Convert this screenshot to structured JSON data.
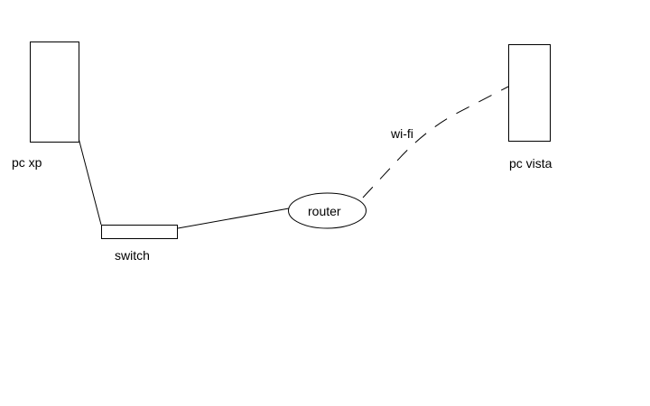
{
  "labels": {
    "pc_xp": "pc xp",
    "switch": "switch",
    "router": "router",
    "wifi": "wi-fi",
    "pc_vista": "pc vista"
  },
  "colors": {
    "stroke": "#000000",
    "background": "#ffffff"
  }
}
